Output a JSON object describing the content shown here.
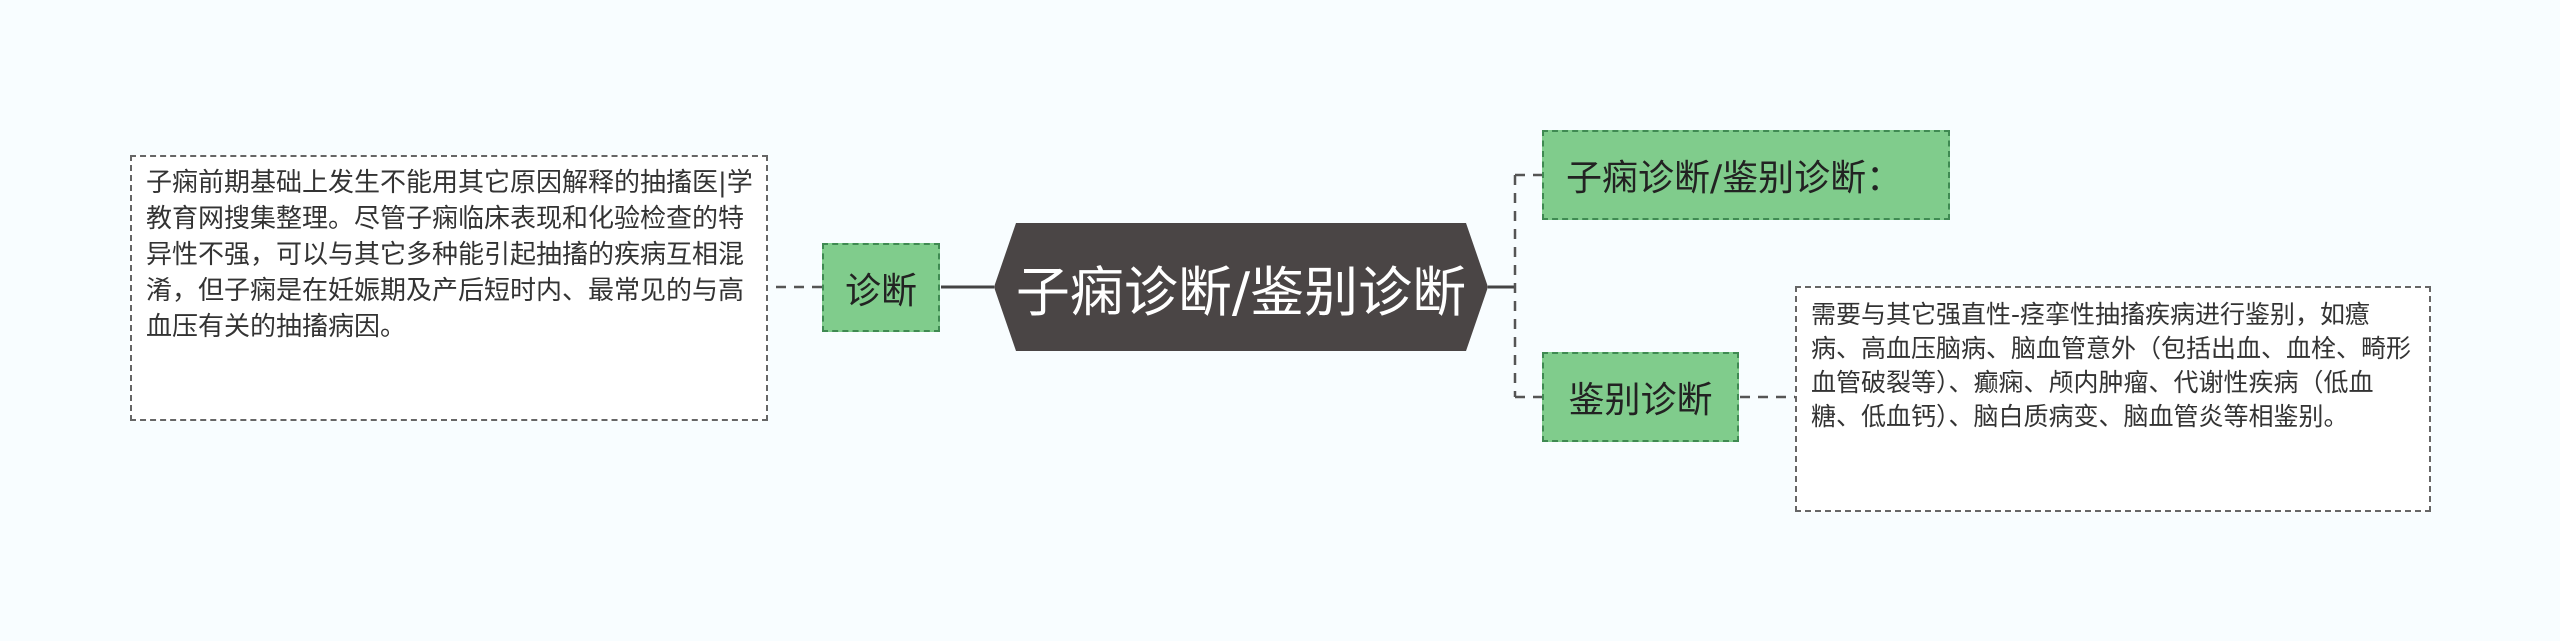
{
  "central": {
    "title": "子痫诊断/鉴别诊断"
  },
  "left": {
    "tag": "诊断",
    "note": "子痫前期基础上发生不能用其它原因解释的抽搐医|学教育网搜集整理。尽管子痫临床表现和化验检查的特异性不强，可以与其它多种能引起抽搐的疾病互相混淆，但子痫是在妊娠期及产后短时内、最常见的与高血压有关的抽搐病因。"
  },
  "right": {
    "tag1": "子痫诊断/鉴别诊断：",
    "tag2": "鉴别诊断",
    "note": "需要与其它强直性-痉挛性抽搐疾病进行鉴别，如癔病、高血压脑病、脑血管意外（包括出血、血栓、畸形血管破裂等）、癫痫、颅内肿瘤、代谢性疾病（低血糖、低血钙）、脑白质病变、脑血管炎等相鉴别。"
  },
  "colors": {
    "central_fill": "#4a4545",
    "tag_fill": "#80cc8c",
    "tag_border": "#3f8a52",
    "connector": "#555555"
  }
}
